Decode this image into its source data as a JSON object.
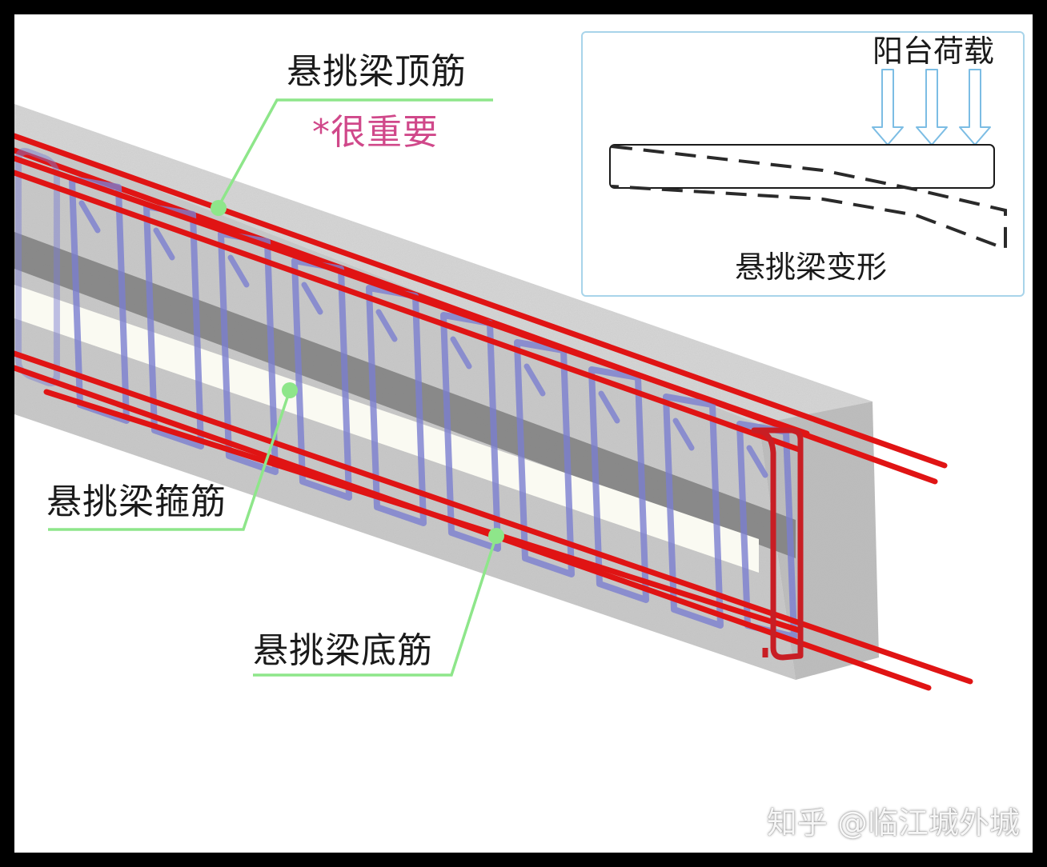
{
  "labels": {
    "top_bar": "悬挑梁顶筋",
    "note": "*很重要",
    "stirrup": "悬挑梁箍筋",
    "bottom_bar": "悬挑梁底筋"
  },
  "inset": {
    "load": "阳台荷载",
    "deform": "悬挑梁变形"
  },
  "watermark": "知乎 @临江城外城",
  "colors": {
    "rebar": "#e01414",
    "stirrup": "#7b7fd0",
    "leader": "#8ee68a",
    "concrete": "#cfcfcf",
    "pink": "#d0488a",
    "inset_border": "#a8d4ea"
  }
}
